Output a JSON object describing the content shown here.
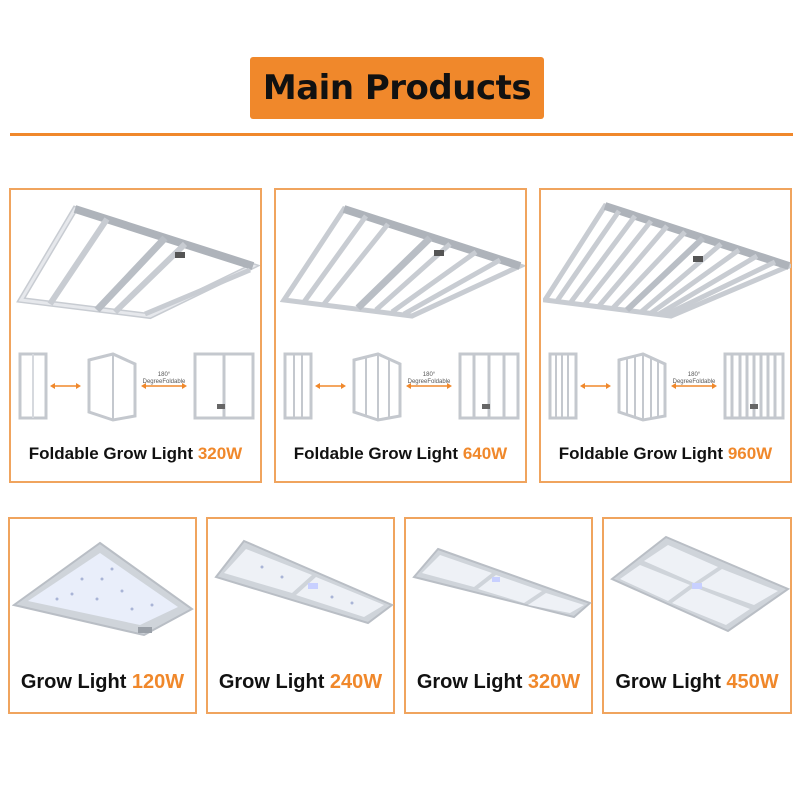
{
  "header": {
    "title": "Main Products"
  },
  "colors": {
    "accent": "#f0882b",
    "card_border": "#f0a45e"
  },
  "foldable_products": [
    {
      "name": "Foldable Grow Light",
      "wattage": "320W",
      "fold_label_top": "180°",
      "fold_label_bottom": "DegreeFoldable"
    },
    {
      "name": "Foldable Grow Light",
      "wattage": "640W",
      "fold_label_top": "180°",
      "fold_label_bottom": "DegreeFoldable"
    },
    {
      "name": "Foldable Grow Light",
      "wattage": "960W",
      "fold_label_top": "180°",
      "fold_label_bottom": "DegreeFoldable"
    }
  ],
  "panel_products": [
    {
      "name": "Grow Light",
      "wattage": "120W"
    },
    {
      "name": "Grow Light",
      "wattage": "240W"
    },
    {
      "name": "Grow Light",
      "wattage": "320W"
    },
    {
      "name": "Grow Light",
      "wattage": "450W"
    }
  ]
}
